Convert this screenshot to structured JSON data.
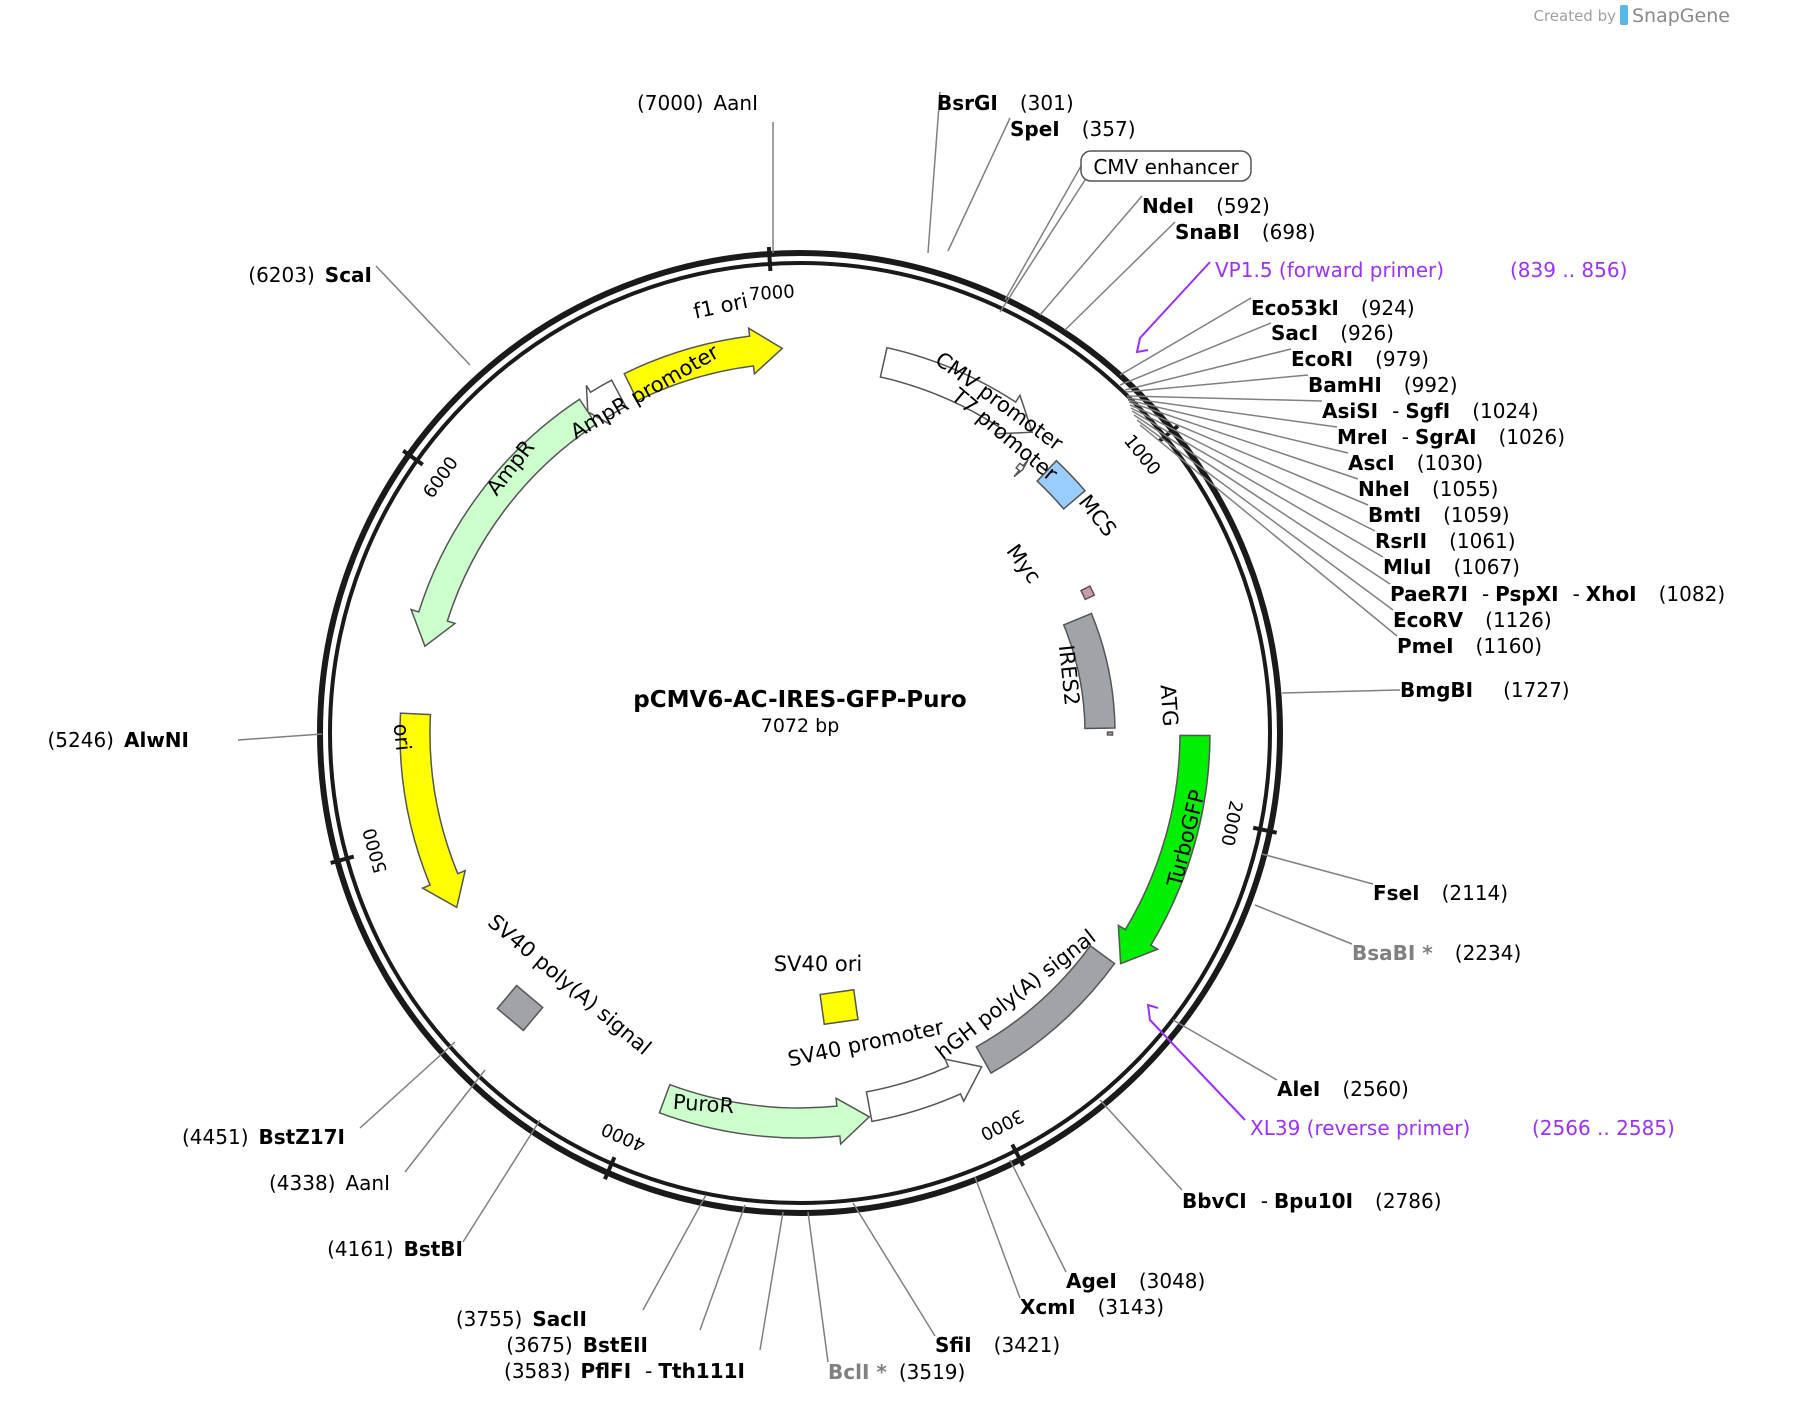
{
  "plasmid": {
    "name": "pCMV6-AC-IRES-GFP-Puro",
    "length_label": "7072 bp",
    "total_bp": 7072
  },
  "credit": {
    "prefix": "Created by",
    "brand": "SnapGene"
  },
  "ticks": [
    {
      "pos": 1000,
      "label": "1000"
    },
    {
      "pos": 2000,
      "label": "2000"
    },
    {
      "pos": 3000,
      "label": "3000"
    },
    {
      "pos": 4000,
      "label": "4000"
    },
    {
      "pos": 5000,
      "label": "5000"
    },
    {
      "pos": 6000,
      "label": "6000"
    },
    {
      "pos": 7000,
      "label": "7000"
    }
  ],
  "features": [
    {
      "name": "f1 ori",
      "start": 6560,
      "end": 7020,
      "direction": "forward",
      "color": "#ffff00",
      "label_inside": true
    },
    {
      "name": "AmpR promoter",
      "start": 6415,
      "end": 6520,
      "direction": "reverse",
      "color": "#ffffff"
    },
    {
      "name": "AmpR",
      "start": 5560,
      "end": 6415,
      "direction": "reverse",
      "color": "#ccffcc"
    },
    {
      "name": "ori",
      "start": 4775,
      "end": 5360,
      "direction": "reverse",
      "color": "#ffff00",
      "label_inside": true
    },
    {
      "name": "CMV promoter",
      "start": 250,
      "end": 740,
      "direction": "forward",
      "color": "#ffffff"
    },
    {
      "name": "T7 promoter",
      "start": 770,
      "end": 790,
      "direction": "forward",
      "color": "#ffffff"
    },
    {
      "name": "MCS",
      "start": 850,
      "end": 975,
      "direction": "none",
      "color": "#99ccff"
    },
    {
      "name": "Myc",
      "start": 1240,
      "end": 1275,
      "direction": "none",
      "color": "#cc99aa"
    },
    {
      "name": "IRES2",
      "start": 1330,
      "end": 1750,
      "direction": "none",
      "color": "#a0a4a8"
    },
    {
      "name": "ATG",
      "start": 1765,
      "end": 1775,
      "direction": "none",
      "color": "#cc99aa"
    },
    {
      "name": "TurboGFP",
      "start": 1775,
      "end": 2470,
      "direction": "forward",
      "color": "#00ee00",
      "label_inside": true
    },
    {
      "name": "hGH poly(A) signal",
      "start": 2480,
      "end": 2960,
      "direction": "none",
      "color": "#a0a4a8"
    },
    {
      "name": "SV40 promoter",
      "start": 2975,
      "end": 3330,
      "direction": "reverse",
      "color": "#ffffff"
    },
    {
      "name": "PuroR",
      "start": 3335,
      "end": 3935,
      "direction": "reverse",
      "color": "#ccffcc",
      "label_inside": true
    },
    {
      "name": "SV40 ori",
      "start": 3050,
      "end": 3180,
      "direction": "none",
      "color": "#ffff00"
    },
    {
      "name": "SV40 poly(A) signal",
      "start": 4100,
      "end": 4240,
      "direction": "none",
      "color": "#a0a4a8"
    }
  ],
  "sites": [
    {
      "name": "BsrGI",
      "pos": "(301)"
    },
    {
      "name": "SpeI",
      "pos": "(357)"
    },
    {
      "name": "NdeI",
      "pos": "(592)"
    },
    {
      "name": "SnaBI",
      "pos": "(698)"
    },
    {
      "name": "Eco53kI",
      "pos": "(924)"
    },
    {
      "name": "SacI",
      "pos": "(926)"
    },
    {
      "name": "EcoRI",
      "pos": "(979)"
    },
    {
      "name": "BamHI",
      "pos": "(992)"
    },
    {
      "name": "AsiSI",
      "sep": "-",
      "name2": "SgfI",
      "pos": "(1024)"
    },
    {
      "name": "MreI",
      "sep": "-",
      "name2": "SgrAI",
      "pos": "(1026)"
    },
    {
      "name": "AscI",
      "pos": "(1030)"
    },
    {
      "name": "NheI",
      "pos": "(1055)"
    },
    {
      "name": "BmtI",
      "pos": "(1059)"
    },
    {
      "name": "RsrII",
      "pos": "(1061)"
    },
    {
      "name": "MluI",
      "pos": "(1067)"
    },
    {
      "name": "PaeR7I",
      "sep": "-",
      "name2": "PspXI",
      "sep2": "-",
      "name3": "XhoI",
      "pos": "(1082)"
    },
    {
      "name": "EcoRV",
      "pos": "(1126)"
    },
    {
      "name": "PmeI",
      "pos": "(1160)"
    },
    {
      "name": "BmgBI",
      "pos": "(1727)"
    },
    {
      "name": "FseI",
      "pos": "(2114)"
    },
    {
      "name": "BsaBI *",
      "pos": "(2234)"
    },
    {
      "name": "AleI",
      "pos": "(2560)"
    },
    {
      "name": "BbvCI",
      "sep": "-",
      "name2": "Bpu10I",
      "pos": "(2786)"
    },
    {
      "name": "AgeI",
      "pos": "(3048)"
    },
    {
      "name": "XcmI",
      "pos": "(3143)"
    },
    {
      "name": "SfiI",
      "pos": "(3421)"
    },
    {
      "name": "BclI *",
      "pos": "(3519)"
    },
    {
      "name": "PflFI",
      "sep": "-",
      "name2": "Tth111I",
      "pos": "(3583)"
    },
    {
      "name": "BstEII",
      "pos": "(3675)"
    },
    {
      "name": "SacII",
      "pos": "(3755)"
    },
    {
      "name": "BstBI",
      "pos": "(4161)"
    },
    {
      "name": "AanI",
      "pos": "(4338)"
    },
    {
      "name": "BstZ17I",
      "pos": "(4451)"
    },
    {
      "name": "AlwNI",
      "pos": "(5246)"
    },
    {
      "name": "ScaI",
      "pos": "(6203)"
    },
    {
      "name": "AanI",
      "pos": "(7000)"
    }
  ],
  "boxed_feature": {
    "name": "CMV enhancer"
  },
  "primers": [
    {
      "name": "VP1.5 (forward primer)",
      "range": "(839 .. 856)",
      "color": "#9b30ff"
    },
    {
      "name": "XL39 (reverse primer)",
      "range": "(2566 .. 2585)",
      "color": "#9b30ff"
    }
  ]
}
